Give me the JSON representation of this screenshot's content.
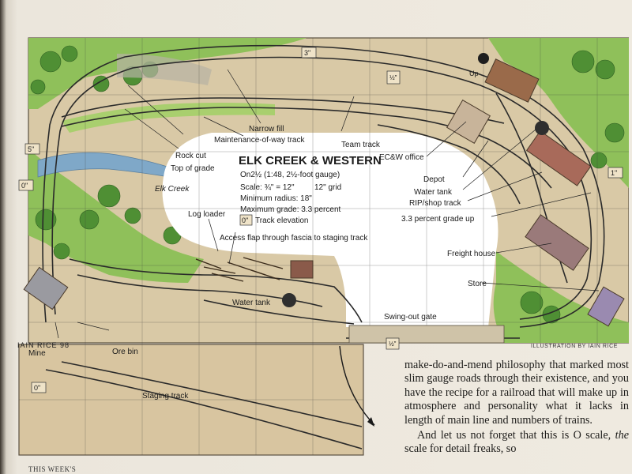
{
  "plan": {
    "title": "ELK CREEK & WESTERN",
    "gauge": "On2½   (1:48, 2½-foot gauge)",
    "scale": "Scale: ¾\" = 12\"",
    "grid": "12\" grid",
    "min_radius": "Minimum radius: 18\"",
    "max_grade": "Maximum grade: 3.3 percent",
    "legend_elev": "0\"",
    "legend_text": "Track elevation",
    "elevations": {
      "e3": "3\"",
      "ehalf_top": "½\"",
      "e5": "5\"",
      "e0": "0\"",
      "e1": "1\"",
      "ehalf_gate": "½\"",
      "e0_staging": "0\""
    },
    "up_label": "Up",
    "labels": {
      "narrow_fill": "Narrow fill",
      "maintenance_track": "Maintenance-of-way track",
      "team_track": "Team track",
      "rock_cut": "Rock cut",
      "top_of_grade": "Top of grade",
      "elk_creek": "Elk Creek",
      "ecw_office": "EC&W office",
      "depot": "Depot",
      "water_tank_right": "Water tank",
      "rip_track": "RIP/shop track",
      "grade_up": "3.3 percent grade up",
      "log_loader": "Log loader",
      "access_flap": "Access flap through fascia to staging track",
      "freight_house": "Freight house",
      "store": "Store",
      "water_tank_lower": "Water tank",
      "swing_gate": "Swing-out gate",
      "mine": "Mine",
      "ore_bin": "Ore bin",
      "staging": "Staging track"
    },
    "signature": "IAIN RICE 98",
    "credit": "ILLUSTRATION BY IAIN RICE"
  },
  "article": {
    "para1": "make-do-and-mend philosophy that marked most slim gauge roads through their existence, and you have the recipe for a railroad that will make up in atmosphere and personality what it lacks in length of main line and numbers of trains.",
    "para2_before": "And let us not forget that this is O scale, ",
    "para2_em": "the",
    "para2_after": " scale for detail freaks, so"
  },
  "footer": "THIS WEEK'S"
}
